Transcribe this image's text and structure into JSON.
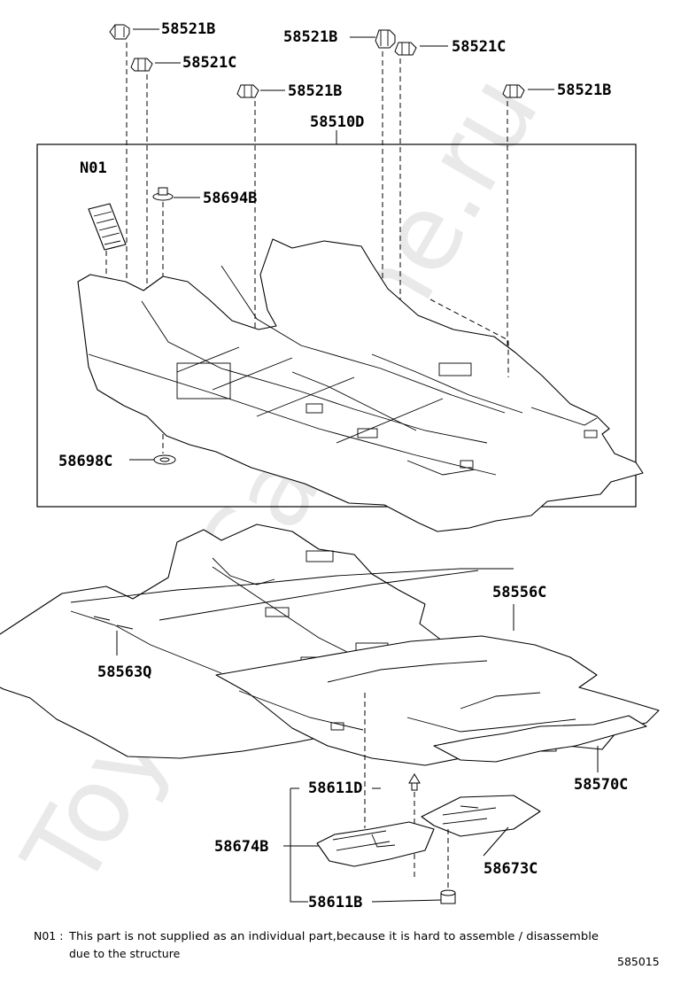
{
  "watermark": "ToyotaCarMine.ru",
  "labels": {
    "c1": "58521B",
    "c2": "58521C",
    "c3": "58521B",
    "c4": "58521C",
    "c5": "58521B",
    "c6": "58521B",
    "carpet_assy": "58510D",
    "n01": "N01",
    "grommet_top": "58694B",
    "grommet_bottom": "58698C",
    "silencer_main": "58556C",
    "silencer_front": "58563Q",
    "silencer_rear": "58570C",
    "clip_upper": "58611D",
    "pad_left": "58674B",
    "pad_right": "58673C",
    "clip_lower": "58611B"
  },
  "footnote": {
    "code": "N01 :",
    "line1": "This part is not supplied as an individual part,because it is hard to assemble / disassemble",
    "line2": "due to the structure"
  },
  "diagram_code": "585015"
}
